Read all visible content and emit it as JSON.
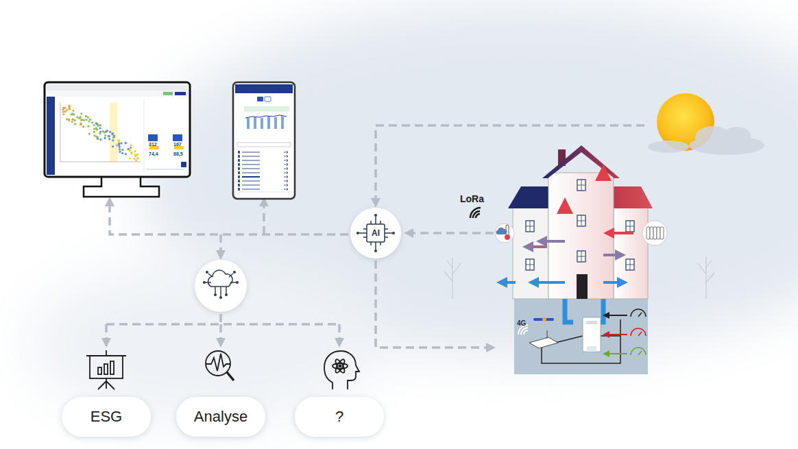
{
  "diagram": {
    "nodes": [
      {
        "text": [
          "AI"
        ]
      },
      {
        "text": [
          "ESG"
        ]
      },
      {
        "text": [
          "Analyse"
        ]
      },
      {
        "text": [
          "?"
        ]
      }
    ],
    "labels": [
      "LoRa",
      "4G",
      "312",
      "167",
      "74,4",
      "88,5"
    ]
  }
}
